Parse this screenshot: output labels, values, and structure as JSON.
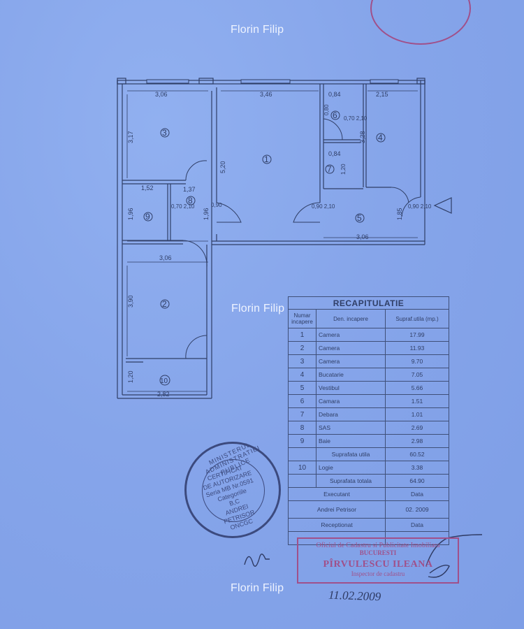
{
  "watermarks": [
    "Florin Filip",
    "Florin Filip",
    "Florin Filip"
  ],
  "rooms": {
    "r1": "1",
    "r2": "2",
    "r3": "3",
    "r4": "4",
    "r5": "5",
    "r6": "6",
    "r7": "7",
    "r8": "8",
    "r9": "9",
    "r10": "10"
  },
  "dimensions": {
    "d306_top": "3,06",
    "d346": "3,46",
    "d084_top": "0,84",
    "d215": "2,15",
    "d317": "3,17",
    "d520": "5,20",
    "d080": "0,80",
    "d070_210": "0,70 2,10",
    "d328": "3,28",
    "d084_mid": "0,84",
    "d120_mid": "1,20",
    "d152": "1,52",
    "d137": "1,37",
    "d196_a": "1,96",
    "d196_b": "1,96",
    "d090": "0,90",
    "d306_mid": "3,06",
    "d306_bot": "3,06",
    "d390": "3,90",
    "d120_bot": "1,20",
    "d282": "2,82",
    "d185": "1,85",
    "d090_210_a": "0,90 2,10",
    "d090_210_b": "0,90 2,10",
    "d070_210_b": "0,70 2,10"
  },
  "recap": {
    "title": "RECAPITULATIE",
    "col_no": "Numar incapere",
    "col_name": "Den. incapere",
    "col_area": "Supraf.utila (mp.)",
    "rows": [
      {
        "no": "1",
        "name": "Camera",
        "area": "17.99"
      },
      {
        "no": "2",
        "name": "Camera",
        "area": "11.93"
      },
      {
        "no": "3",
        "name": "Camera",
        "area": "9.70"
      },
      {
        "no": "4",
        "name": "Bucatarie",
        "area": "7.05"
      },
      {
        "no": "5",
        "name": "Vestibul",
        "area": "5.66"
      },
      {
        "no": "6",
        "name": "Camara",
        "area": "1.51"
      },
      {
        "no": "7",
        "name": "Debara",
        "area": "1.01"
      },
      {
        "no": "8",
        "name": "SAS",
        "area": "2.69"
      },
      {
        "no": "9",
        "name": "Baie",
        "area": "2.98"
      }
    ],
    "useful_label": "Suprafata utila",
    "useful_value": "60.52",
    "logia": {
      "no": "10",
      "name": "Logie",
      "area": "3.38"
    },
    "total_label": "Suprafata totala",
    "total_value": "64.90",
    "executant_label": "Executant",
    "data_label": "Data",
    "executant_name": "Andrei Petrisor",
    "executant_date": "02. 2009",
    "receptionat_label": "Receptionat",
    "data_label2": "Data"
  },
  "stamp_round": {
    "ring": "MINISTERUL ADMINISTRATIEI PUBLICE",
    "lines": [
      "CERTIFICAT",
      "DE AUTORIZARE",
      "Seria MB Nr.0591",
      "Categoriile",
      "B,C",
      "ANDREI",
      "PETRISOR",
      "ONCGC"
    ]
  },
  "stamp_rect": {
    "line1": "Oficiul de Cadastru si Publicitate Imobiliara",
    "line2": "BUCURESTI",
    "line3": "PÎRVULESCU ILEANA",
    "line4": "Inspector de cadastru"
  },
  "hand_date": "11.02.2009",
  "colors": {
    "background": "#86a5ea",
    "ink": "#2f3e66",
    "stamp_red": "#a0508a"
  }
}
